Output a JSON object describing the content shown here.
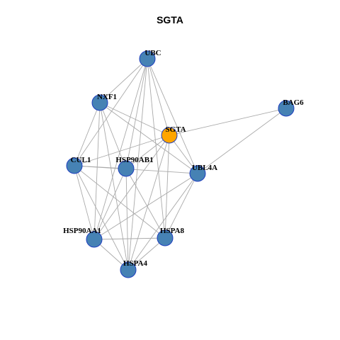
{
  "title": "SGTA",
  "colors": {
    "background": "#ffffff",
    "edge": "#aaaaaa",
    "node_default": "#4682b4",
    "node_highlight": "#ffa500",
    "node_border": "#1f3fbf"
  },
  "nodes": [
    {
      "id": "UBC",
      "label": "UBC",
      "highlight": false
    },
    {
      "id": "NXF1",
      "label": "NXF1",
      "highlight": false
    },
    {
      "id": "BAG6",
      "label": "BAG6",
      "highlight": false
    },
    {
      "id": "SGTA",
      "label": "SGTA",
      "highlight": true
    },
    {
      "id": "CUL1",
      "label": "CUL1",
      "highlight": false
    },
    {
      "id": "HSP90AB1",
      "label": "HSP90AB1",
      "highlight": false
    },
    {
      "id": "UBL4A",
      "label": "UBL4A",
      "highlight": false
    },
    {
      "id": "HSP90AA1",
      "label": "HSP90AA1",
      "highlight": false
    },
    {
      "id": "HSPA8",
      "label": "HSPA8",
      "highlight": false
    },
    {
      "id": "HSPA4",
      "label": "HSPA4",
      "highlight": false
    }
  ],
  "edges": [
    [
      "UBC",
      "NXF1"
    ],
    [
      "UBC",
      "SGTA"
    ],
    [
      "UBC",
      "CUL1"
    ],
    [
      "UBC",
      "HSP90AB1"
    ],
    [
      "UBC",
      "UBL4A"
    ],
    [
      "UBC",
      "HSP90AA1"
    ],
    [
      "UBC",
      "HSPA8"
    ],
    [
      "UBC",
      "HSPA4"
    ],
    [
      "NXF1",
      "SGTA"
    ],
    [
      "NXF1",
      "CUL1"
    ],
    [
      "NXF1",
      "HSP90AB1"
    ],
    [
      "NXF1",
      "UBL4A"
    ],
    [
      "NXF1",
      "HSP90AA1"
    ],
    [
      "NXF1",
      "HSPA4"
    ],
    [
      "BAG6",
      "SGTA"
    ],
    [
      "BAG6",
      "UBL4A"
    ],
    [
      "SGTA",
      "CUL1"
    ],
    [
      "SGTA",
      "HSP90AB1"
    ],
    [
      "SGTA",
      "UBL4A"
    ],
    [
      "SGTA",
      "HSP90AA1"
    ],
    [
      "SGTA",
      "HSPA8"
    ],
    [
      "SGTA",
      "HSPA4"
    ],
    [
      "CUL1",
      "HSP90AB1"
    ],
    [
      "CUL1",
      "UBL4A"
    ],
    [
      "CUL1",
      "HSP90AA1"
    ],
    [
      "CUL1",
      "HSPA8"
    ],
    [
      "CUL1",
      "HSPA4"
    ],
    [
      "HSP90AB1",
      "HSP90AA1"
    ],
    [
      "HSP90AB1",
      "HSPA8"
    ],
    [
      "HSP90AB1",
      "HSPA4"
    ],
    [
      "UBL4A",
      "HSP90AA1"
    ],
    [
      "UBL4A",
      "HSPA8"
    ],
    [
      "UBL4A",
      "HSPA4"
    ],
    [
      "HSP90AA1",
      "HSPA8"
    ],
    [
      "HSP90AA1",
      "HSPA4"
    ],
    [
      "HSPA8",
      "HSPA4"
    ]
  ]
}
